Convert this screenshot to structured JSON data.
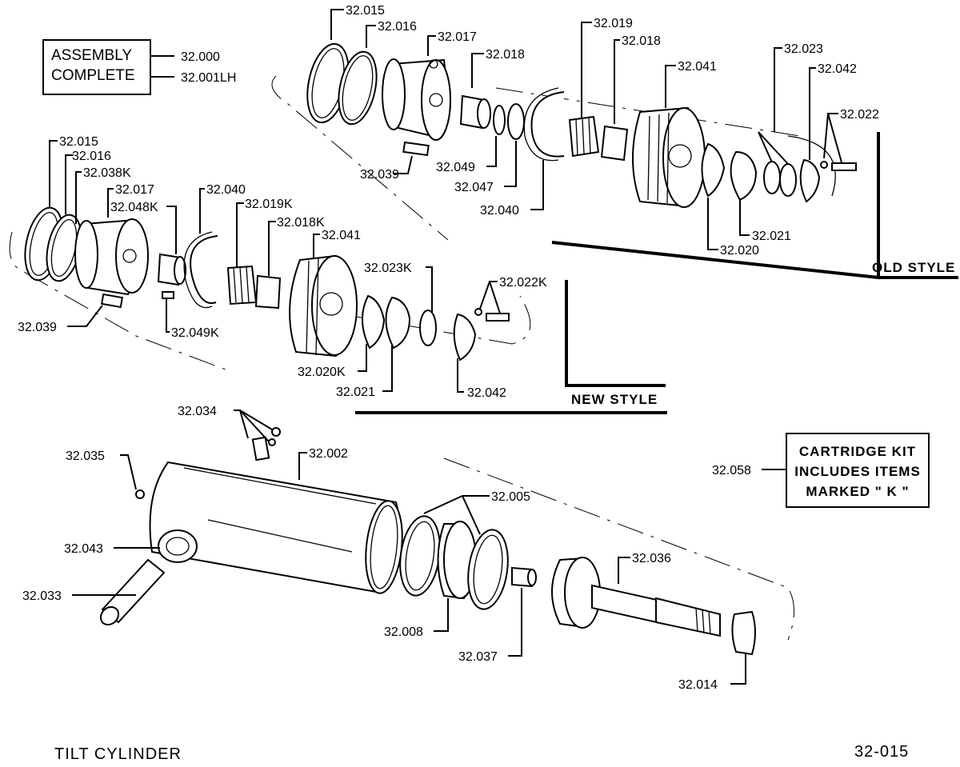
{
  "title_block": {
    "assembly_line1": "ASSEMBLY",
    "assembly_line2": "COMPLETE",
    "assembly_num1": "32.000",
    "assembly_num2": "32.001LH"
  },
  "styles": {
    "old_style": "OLD  STYLE",
    "new_style": "NEW  STYLE"
  },
  "cartridge_kit": {
    "line1": "CARTRIDGE  KIT",
    "line2": "INCLUDES  ITEMS",
    "line3": "MARKED  \" K \"",
    "part_num": "32.058"
  },
  "footer": {
    "title": "TILT  CYLINDER",
    "page": "32-015"
  },
  "old_style_labels": {
    "p015": "32.015",
    "p016": "32.016",
    "p017": "32.017",
    "p018a": "32.018",
    "p019": "32.019",
    "p018b": "32.018",
    "p041": "32.041",
    "p023": "32.023",
    "p042": "32.042",
    "p022": "32.022",
    "p039": "32.039",
    "p049": "32.049",
    "p047": "32.047",
    "p040": "32.040",
    "p021": "32.021",
    "p020": "32.020"
  },
  "new_style_labels": {
    "p015": "32.015",
    "p016": "32.016",
    "p038k": "32.038K",
    "p017": "32.017",
    "p048k": "32.048K",
    "p040": "32.040",
    "p019k": "32.019K",
    "p018k": "32.018K",
    "p041": "32.041",
    "p023k": "32.023K",
    "p022k": "32.022K",
    "p039": "32.039",
    "p049k": "32.049K",
    "p020k": "32.020K",
    "p021": "32.021",
    "p042": "32.042"
  },
  "cylinder_labels": {
    "p034": "32.034",
    "p002": "32.002",
    "p035": "32.035",
    "p005": "32.005",
    "p043": "32.043",
    "p036": "32.036",
    "p033": "32.033",
    "p008": "32.008",
    "p037": "32.037",
    "p014": "32.014"
  }
}
